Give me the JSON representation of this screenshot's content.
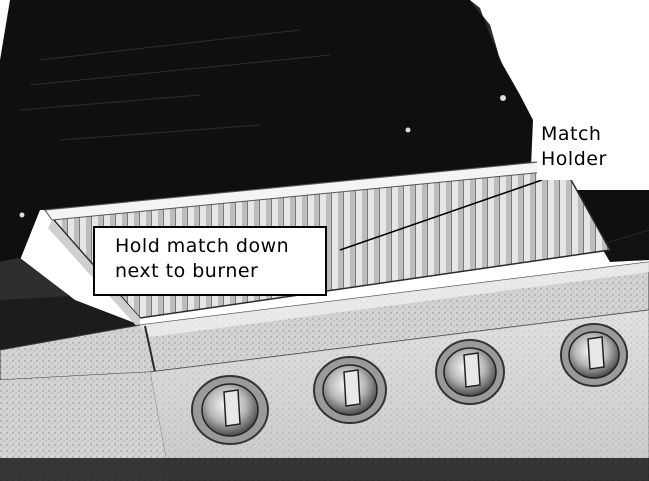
{
  "image": {
    "subject": "Gas grill side burner with match holder",
    "callouts": [
      {
        "id": "match-holder",
        "lines": [
          "Match",
          "Holder"
        ]
      },
      {
        "id": "hold-match",
        "lines": [
          "Hold match down",
          "next to burner"
        ]
      }
    ],
    "knobs": {
      "count": 4
    },
    "colors": {
      "ink": "#000000",
      "paper": "#ffffff",
      "metal": "#c9c9c9",
      "metal_dark": "#6e6e6e"
    }
  }
}
